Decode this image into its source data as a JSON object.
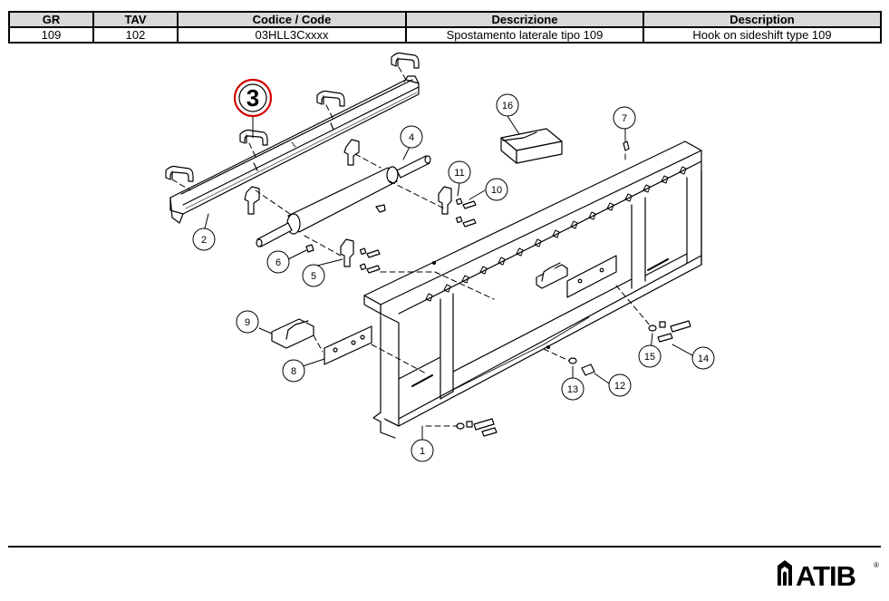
{
  "header_table": {
    "columns": [
      "GR",
      "TAV",
      "Codice / Code",
      "Descrizione",
      "Description"
    ],
    "row": [
      "109",
      "102",
      "03HLL3Cxxxx",
      "Spostamento laterale tipo 109",
      "Hook on sideshift type 109"
    ]
  },
  "highlight": {
    "label": "3",
    "color": "#d40000"
  },
  "callouts": [
    "1",
    "2",
    "4",
    "5",
    "6",
    "7",
    "8",
    "9",
    "10",
    "11",
    "12",
    "13",
    "14",
    "15",
    "16"
  ],
  "brand": {
    "name": "ATIB",
    "registered": "®"
  }
}
